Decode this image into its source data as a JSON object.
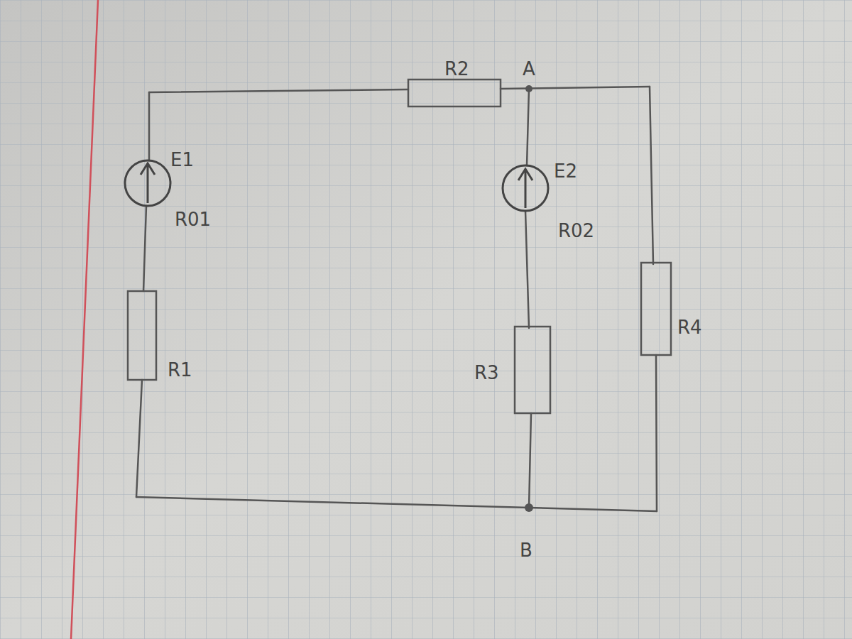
{
  "diagram": {
    "labels": [
      "R2",
      "A",
      "E1",
      "R01",
      "E2",
      "R02",
      "R1",
      "R3",
      "R4",
      "B"
    ]
  }
}
